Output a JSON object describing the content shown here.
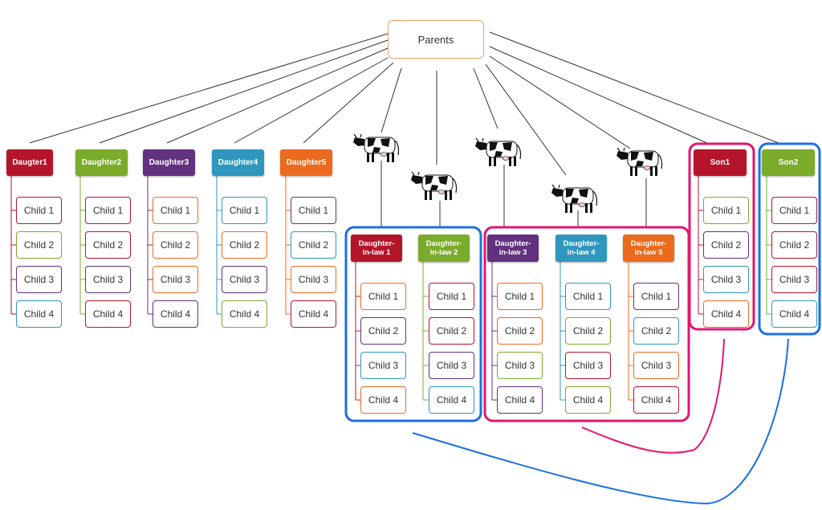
{
  "root": {
    "label": "Parents"
  },
  "colors": {
    "red": "#b5152b",
    "green": "#7bab2b",
    "purple": "#62317f",
    "blue": "#2f97be",
    "orange": "#ec6a1d",
    "blue_group": "#1c6fe3",
    "pink_group": "#e2166e",
    "root_border": "#f0a060"
  },
  "child_labels": [
    "Child 1",
    "Child 2",
    "Child 3",
    "Child 4"
  ],
  "daughters": [
    {
      "label": "Daugter1",
      "color": "red",
      "child_colors": [
        "red",
        "green",
        "purple",
        "blue"
      ]
    },
    {
      "label": "Daughter2",
      "color": "green",
      "child_colors": [
        "red",
        "red",
        "purple",
        "red"
      ]
    },
    {
      "label": "Daughter3",
      "color": "purple",
      "child_colors": [
        "orange",
        "orange",
        "orange",
        "purple"
      ]
    },
    {
      "label": "Daughter4",
      "color": "blue",
      "child_colors": [
        "blue",
        "orange",
        "purple",
        "green"
      ]
    },
    {
      "label": "Daughter5",
      "color": "orange",
      "child_colors": [
        "purple",
        "blue",
        "orange",
        "red"
      ]
    }
  ],
  "daughters_in_law": [
    {
      "label": "Daughter-in-law 1",
      "line1": "Daughter-",
      "line2": "in-law 1",
      "color": "red",
      "child_colors": [
        "orange",
        "purple",
        "blue",
        "orange"
      ]
    },
    {
      "label": "Daughter-in-law 2",
      "line1": "Daughter-",
      "line2": "in-law 2",
      "color": "green",
      "child_colors": [
        "red",
        "red",
        "purple",
        "blue"
      ]
    },
    {
      "label": "Daughter-in-law 3",
      "line1": "Daughter-",
      "line2": "in-law 3",
      "color": "purple",
      "child_colors": [
        "orange",
        "orange",
        "green",
        "purple"
      ]
    },
    {
      "label": "Daughter-in-law 4",
      "line1": "Daughter-",
      "line2": "in-law 4",
      "color": "blue",
      "child_colors": [
        "blue",
        "green",
        "red",
        "green"
      ]
    },
    {
      "label": "Daughter-in-law 5",
      "line1": "Daughter-",
      "line2": "in-law 5",
      "color": "orange",
      "child_colors": [
        "purple",
        "blue",
        "orange",
        "red"
      ]
    }
  ],
  "sons": [
    {
      "label": "Son1",
      "color": "red",
      "child_colors": [
        "green",
        "purple",
        "blue",
        "orange"
      ]
    },
    {
      "label": "Son2",
      "color": "green",
      "child_colors": [
        "red",
        "red",
        "red",
        "blue"
      ]
    }
  ],
  "icons": {
    "cow": "cow-icon"
  }
}
